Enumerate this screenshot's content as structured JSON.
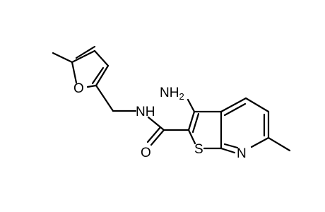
{
  "molecule": {
    "atoms": {
      "amino_n": "NH",
      "amino_sub": "2",
      "amide_nh": "NH",
      "carbonyl_o": "O",
      "sulfur": "S",
      "pyridine_n": "N",
      "furan_o": "O"
    }
  }
}
